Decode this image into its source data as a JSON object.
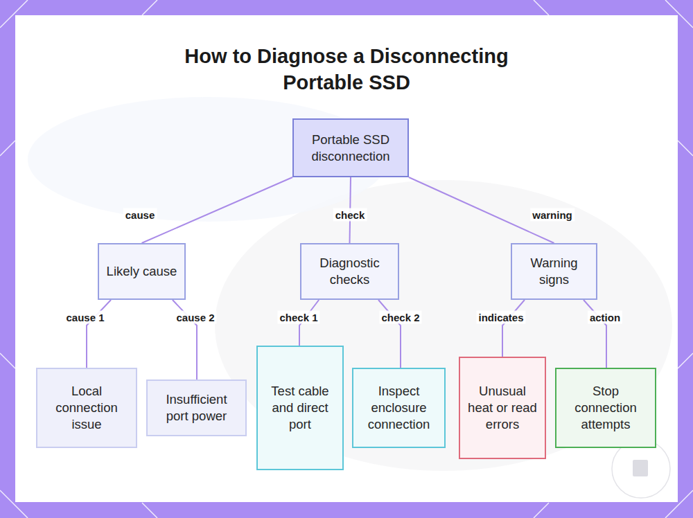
{
  "diagram": {
    "title": "How to Diagnose a Disconnecting Portable SSD",
    "nodes": [
      {
        "text": [
          "Portable SSD disconnection"
        ]
      },
      {
        "text": [
          "Likely cause"
        ]
      },
      {
        "text": [
          "Diagnostic checks"
        ]
      },
      {
        "text": [
          "Warning signs"
        ]
      },
      {
        "text": [
          "Local connection issue"
        ]
      },
      {
        "text": [
          "Insufficient port power"
        ]
      },
      {
        "text": [
          "Test cable and direct port"
        ]
      },
      {
        "text": [
          "Inspect enclosure connection"
        ]
      },
      {
        "text": [
          "Unusual heat or read errors"
        ]
      },
      {
        "text": [
          "Stop connection attempts"
        ]
      }
    ],
    "edges": [
      {
        "from": 0,
        "to": 1,
        "label": "cause",
        "arrow": "none"
      },
      {
        "from": 0,
        "to": 2,
        "label": "check",
        "arrow": "none"
      },
      {
        "from": 0,
        "to": 3,
        "label": "warning",
        "arrow": "none"
      },
      {
        "from": 1,
        "to": 4,
        "label": "cause 1",
        "arrow": "none"
      },
      {
        "from": 1,
        "to": 5,
        "label": "cause 2",
        "arrow": "none"
      },
      {
        "from": 2,
        "to": 6,
        "label": "check 1",
        "arrow": "none"
      },
      {
        "from": 2,
        "to": 7,
        "label": "check 2",
        "arrow": "none"
      },
      {
        "from": 3,
        "to": 8,
        "label": "indicates",
        "arrow": "none"
      },
      {
        "from": 3,
        "to": 9,
        "label": "action",
        "arrow": "none"
      }
    ]
  }
}
